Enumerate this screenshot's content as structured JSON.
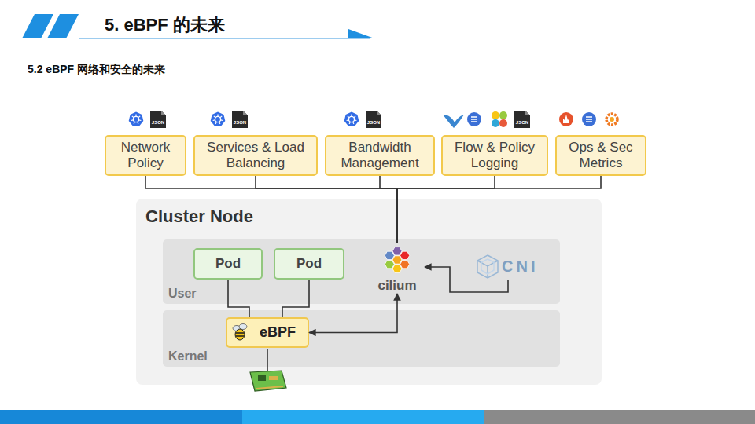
{
  "diagram": {
    "title": "5. eBPF 的未来",
    "nodes": [
      {
        "text": [
          "Network Policy"
        ]
      },
      {
        "text": [
          "Services & Load Balancing"
        ]
      },
      {
        "text": [
          "Bandwidth Management"
        ]
      },
      {
        "text": [
          "Flow & Policy Logging"
        ]
      },
      {
        "text": [
          "Ops & Sec Metrics"
        ]
      },
      {
        "text": [
          "Cluster Node"
        ]
      },
      {
        "text": [
          "User"
        ],
        "in": 5
      },
      {
        "text": [
          "Pod"
        ],
        "in": 6
      },
      {
        "text": [
          "Pod"
        ],
        "in": 6
      },
      {
        "text": [
          "cilium"
        ],
        "in": 6
      },
      {
        "text": [
          "CNI"
        ],
        "in": 6
      },
      {
        "text": [
          "Kernel"
        ],
        "in": 5
      },
      {
        "text": [
          "eBPF"
        ],
        "in": 11
      }
    ],
    "edges": [
      {
        "from": 0,
        "to": 9,
        "arrow": "none"
      },
      {
        "from": 1,
        "to": 9,
        "arrow": "none"
      },
      {
        "from": 2,
        "to": 9,
        "arrow": "none"
      },
      {
        "from": 3,
        "to": 9,
        "arrow": "none"
      },
      {
        "from": 4,
        "to": 9,
        "arrow": "none"
      },
      {
        "from": 7,
        "to": 12,
        "arrow": "none"
      },
      {
        "from": 8,
        "to": 12,
        "arrow": "none"
      },
      {
        "from": 12,
        "to": 9,
        "arrow": "both"
      },
      {
        "from": 10,
        "to": 9,
        "arrow": "to"
      }
    ],
    "labels": [
      "5.2 eBPF 网络和安全的未来",
      "JSON",
      "JSON",
      "JSON",
      "JSON"
    ]
  }
}
